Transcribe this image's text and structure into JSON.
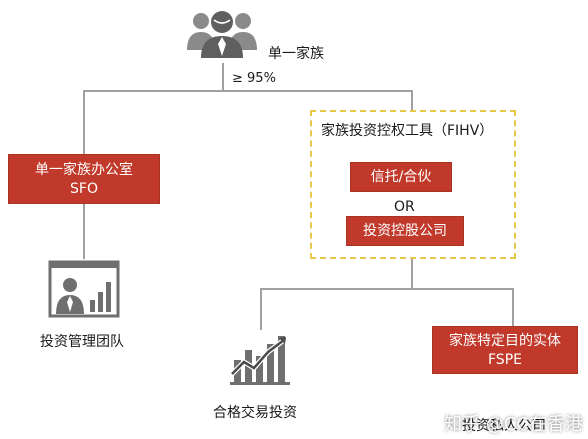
{
  "top": {
    "title": "单一家族",
    "ownership": "≥ 95%"
  },
  "sfo": {
    "line1": "单一家族办公室",
    "line2": "SFO"
  },
  "sfo_child": {
    "label": "投资管理团队"
  },
  "fihv": {
    "title": "家族投资控权工具（FIHV）",
    "option1": "信托/合伙",
    "or_text": "OR",
    "option2": "投资控股公司"
  },
  "children": {
    "left_label": "合格交易投资",
    "fspe_line1": "家族特定目的实体",
    "fspe_line2": "FSPE",
    "right_label": "投资私人公司"
  },
  "watermark": {
    "text": "知乎 @CC在香港"
  },
  "icons": {
    "top": "group-people-icon",
    "team": "presentation-person-chart-icon",
    "trading": "bar-chart-trend-icon"
  },
  "colors": {
    "red": "#c0392b",
    "dashed_border": "#e6c84b",
    "connector": "#a0a0a0",
    "icon_gray": "#6f6f6f"
  }
}
